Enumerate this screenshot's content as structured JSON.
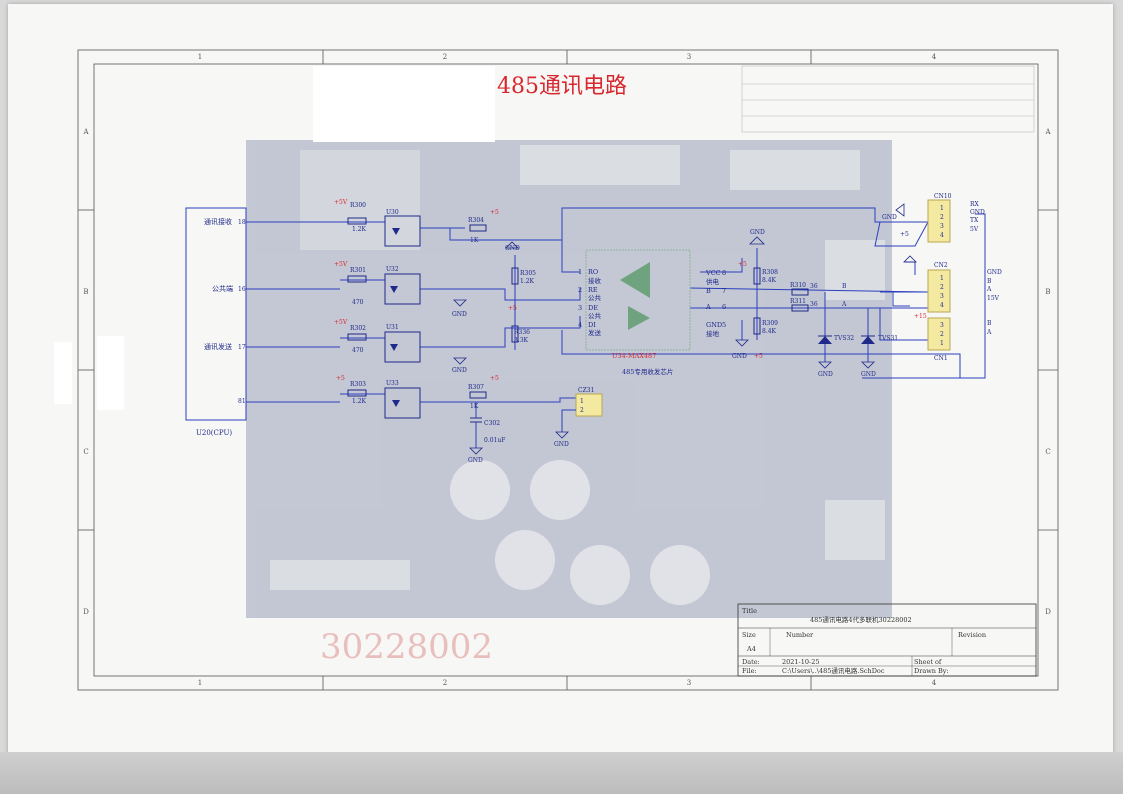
{
  "title": "485通讯电路",
  "colors": {
    "wire": "#2b3fbf",
    "part": "#1f2a8a",
    "title": "#d8282f",
    "chip": "#5a9a6a",
    "connector": "#f3e9a0",
    "border": "#555555"
  },
  "border": {
    "cols": [
      "1",
      "2",
      "3",
      "4"
    ],
    "rows": [
      "A",
      "B",
      "C",
      "D"
    ]
  },
  "cpu": {
    "name": "U20(CPU)",
    "pins": [
      {
        "label": "通讯接收",
        "num": "18"
      },
      {
        "label": "公共端",
        "num": "16"
      },
      {
        "label": "通讯发送",
        "num": "17"
      },
      {
        "label": "",
        "num": "81"
      }
    ]
  },
  "opto": [
    {
      "ref": "U30",
      "res": "R300",
      "res_val": "1.2K",
      "rail": "+5V",
      "out_res": "R304",
      "out_val": "1K",
      "out_rail": "+5"
    },
    {
      "ref": "U32",
      "res": "R301",
      "res_val": "470",
      "rail": "+5V",
      "gnd": "GND"
    },
    {
      "ref": "U31",
      "res": "R302",
      "res_val": "470",
      "rail": "+5V",
      "gnd": "GND"
    },
    {
      "ref": "U33",
      "res": "R303",
      "res_val": "1.2K",
      "rail": "+5",
      "out_res": "R307",
      "out_val": "1K",
      "out_rail": "+5"
    }
  ],
  "pullups": [
    {
      "ref": "R305",
      "val": "1.2K",
      "net": "GND"
    },
    {
      "ref": "R336",
      "val": "3.3K",
      "net": "+5"
    }
  ],
  "cap": {
    "ref": "C302",
    "val": "0.01uF",
    "gnd": "GND"
  },
  "jumper": {
    "ref": "CZ31",
    "pins": [
      "1",
      "2"
    ],
    "gnd": "GND"
  },
  "chip": {
    "ref": "U34-MAX487",
    "caption": "485专用收发芯片",
    "left_pins": [
      {
        "num": "1",
        "name": "RO",
        "cn": "接收"
      },
      {
        "num": "2",
        "name": "RE",
        "cn": "公共"
      },
      {
        "num": "3",
        "name": "DE",
        "cn": "公共"
      },
      {
        "num": "4",
        "name": "DI",
        "cn": "发送"
      }
    ],
    "right_pins": [
      {
        "num": "8",
        "name": "VCC",
        "cn": "供电"
      },
      {
        "num": "7",
        "name": "B",
        "cn": ""
      },
      {
        "num": "6",
        "name": "A",
        "cn": ""
      },
      {
        "num": "5",
        "name": "GND",
        "cn": "接地"
      }
    ]
  },
  "bias": [
    {
      "ref": "R308",
      "val": "8.4K",
      "net": "GND"
    },
    {
      "ref": "R309",
      "val": "8.4K",
      "net": "+5"
    }
  ],
  "series": [
    {
      "ref": "R310",
      "val": "36",
      "net": "B"
    },
    {
      "ref": "R311",
      "val": "36",
      "net": "A"
    }
  ],
  "tvs": [
    {
      "ref": "TVS32",
      "gnd": "GND"
    },
    {
      "ref": "TVS31",
      "gnd": "GND"
    }
  ],
  "rails": {
    "vcc": "+5",
    "gnd": "GND",
    "p15": "+15",
    "gnd_left": "GND",
    "p5_left": "+5"
  },
  "cn10": {
    "ref": "CN10",
    "pins": [
      "1",
      "2",
      "3",
      "4"
    ],
    "labels": [
      "RX",
      "GND",
      "TX",
      "5V"
    ]
  },
  "cn2": {
    "ref": "CN2",
    "pins": [
      "1",
      "2",
      "3",
      "4"
    ],
    "labels": [
      "GND",
      "B",
      "A",
      "15V"
    ]
  },
  "cn1": {
    "ref": "CN1",
    "pins": [
      "3",
      "2",
      "1"
    ],
    "labels": [
      "B",
      "A"
    ]
  },
  "titleblock": {
    "title_label": "Title",
    "title_value": "485通讯电路4代多联机30228002",
    "size_label": "Size",
    "size_value": "A4",
    "number_label": "Number",
    "revision_label": "Revision",
    "date_label": "Date:",
    "date_value": "2021-10-25",
    "file_label": "File:",
    "file_value": "C:\\Users\\..\\485通讯电路.SchDoc",
    "sheet_label": "Sheet  of",
    "drawn_label": "Drawn By:"
  },
  "watermark": "30228002"
}
